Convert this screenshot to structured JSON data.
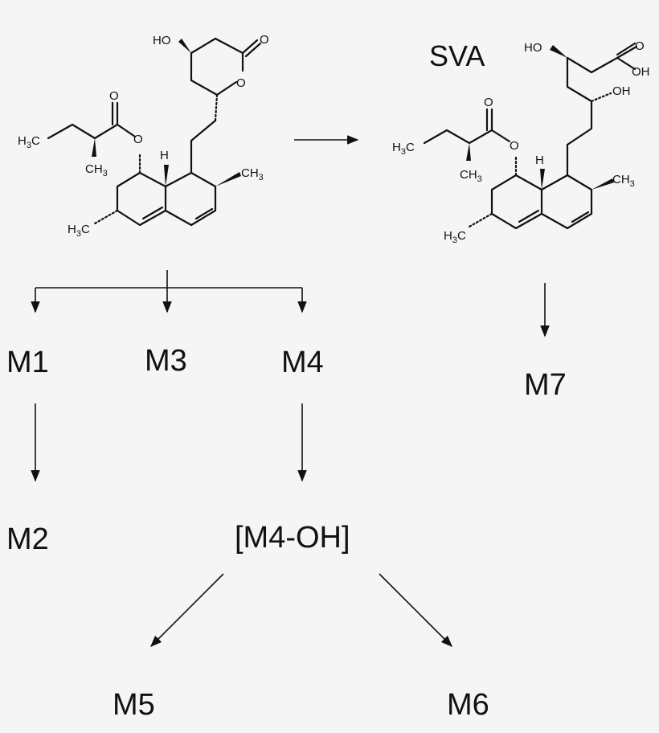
{
  "nodes": {
    "sva": "SVA",
    "m1": "M1",
    "m2": "M2",
    "m3": "M3",
    "m4": "M4",
    "m4oh": "[M4-OH]",
    "m5": "M5",
    "m6": "M6",
    "m7": "M7"
  },
  "atoms": {
    "ho": "HO",
    "o": "O",
    "oh": "OH",
    "h": "H",
    "h3c": "H",
    "ch3": "CH",
    "sub3": "3"
  },
  "colors": {
    "background": "#f5f5f5",
    "ink": "#111111"
  }
}
